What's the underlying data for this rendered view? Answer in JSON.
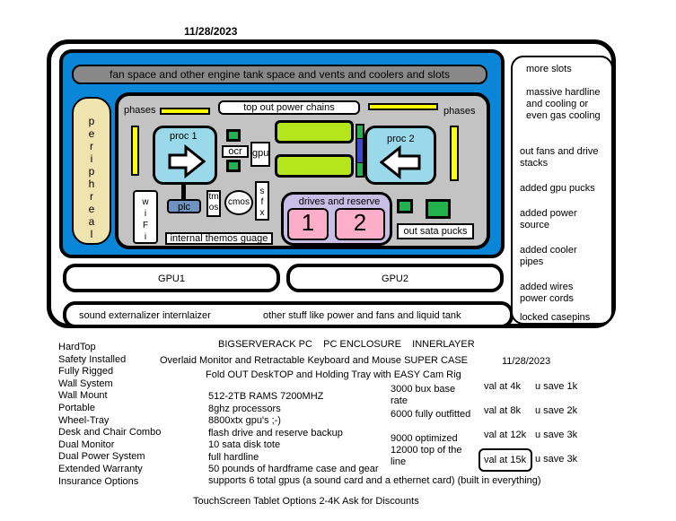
{
  "date_top": "11/28/2023",
  "diagram": {
    "fan_space": "fan space and other engine tank space and vents and coolers and slots",
    "peripheral_letters": [
      "p",
      "e",
      "r",
      "i",
      "p",
      "h",
      "r",
      "e",
      "a",
      "l"
    ],
    "phases_left": "phases",
    "phases_right": "phases",
    "top_power": "top out power chains",
    "proc1": "proc 1",
    "proc2": "proc 2",
    "ocr": "ocr",
    "gpu_small": "gpu",
    "wifi_letters": [
      "w",
      "i",
      "F",
      "i"
    ],
    "plc": "plc",
    "tmos": "tm os",
    "cmos": "cmos",
    "sfx_letters": [
      "s",
      "f",
      "x"
    ],
    "drives_reserve": "drives and reserve",
    "drive1": "1",
    "drive2": "2",
    "out_sata": "out sata pucks",
    "thermos": "internal themos guage",
    "gpu1": "GPU1",
    "gpu2": "GPU2",
    "sound": "sound externalizer internlaizer",
    "other_stuff": "other stuff like power and fans and liquid tank",
    "right_panel": [
      "more slots",
      "massive hardline and cooling or even gas cooling",
      "out fans and drive stacks",
      "added gpu pucks",
      "added power source",
      "added cooler pipes",
      "added wires power cords"
    ],
    "locked_casepins": "locked casepins"
  },
  "features_left": [
    "HardTop",
    "Safety Installed",
    "Fully Rigged",
    "Wall System",
    "Wall Mount",
    "Portable",
    "Wheel-Tray",
    "Desk and Chair Combo",
    "Dual Monitor",
    "Dual Power System",
    "Extended Warranty",
    "Insurance Options"
  ],
  "header": {
    "title": "BIGSERVERACK PC    PC ENCLOSURE    INNERLAYER",
    "line2": "Overlaid Monitor and Retractable Keyboard and Mouse SUPER CASE",
    "line3": "Fold OUT DeskTOP and Holding Tray  with EASY Cam Rig",
    "date2": "11/28/2023"
  },
  "specs": [
    "512-2TB RAMS 7200MHZ",
    "8ghz processors",
    "8800xtx gpu's ;-)",
    "flash drive and reserve backup",
    "10 sata disk tote",
    "full hardline",
    "50 pounds of hardframe case and gear"
  ],
  "supports": "supports 6 total gpus (a sound card and a ethernet card) (built in everything)",
  "pricing": {
    "tiers": [
      "3000 bux base rate",
      "6000 fully outfitted",
      "9000 optimized",
      "12000 top of the line"
    ],
    "vals": [
      "val at 4k",
      "val at 8k",
      "val at 12k",
      "val at 15k"
    ],
    "saves": [
      "u save 1k",
      "u save 2k",
      "u save 3k",
      "u save 3k"
    ]
  },
  "footer": "TouchScreen Tablet Options 2-4K Ask for Discounts"
}
